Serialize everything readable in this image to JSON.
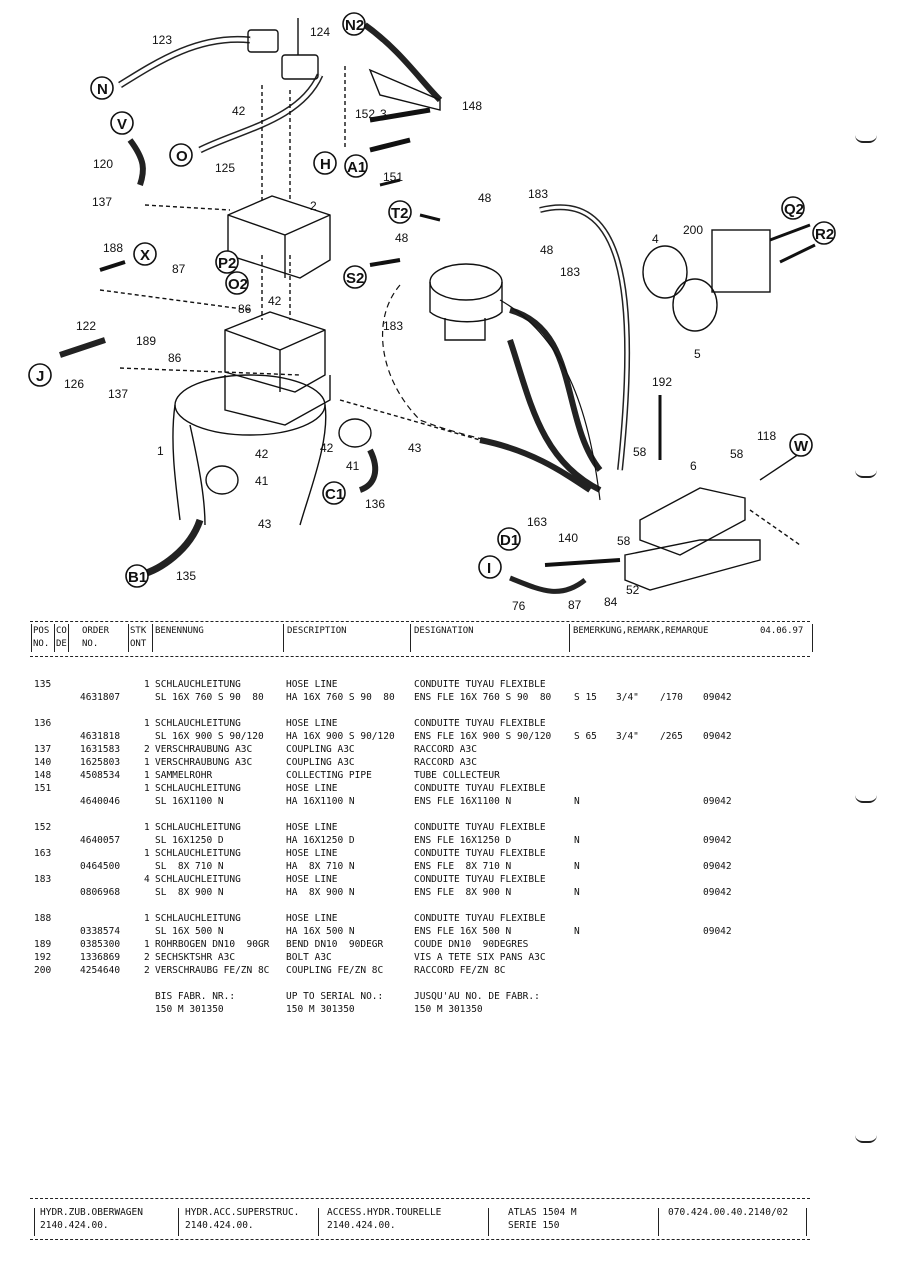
{
  "date": "04.06.97",
  "headers": {
    "pos": "POS",
    "pos2": "NO.",
    "co": "CO",
    "co2": "DE",
    "order": "ORDER",
    "order2": "NO.",
    "stk": "STK",
    "stk2": "ONT",
    "benennung": "BENENNUNG",
    "description": "DESCRIPTION",
    "designation": "DESIGNATION",
    "remark": "BEMERKUNG,REMARK,REMARQUE"
  },
  "rows": [
    {
      "pos": "135",
      "qty": "1",
      "de": "SCHLAUCHLEITUNG",
      "en": "HOSE LINE",
      "fr": "CONDUITE TUYAU FLEXIBLE"
    },
    {
      "order": "4631807",
      "de": "SL 16X 760 S 90  80",
      "en": "HA 16X 760 S 90  80",
      "fr": "ENS FLE 16X 760 S 90  80",
      "r1": "S 15",
      "r2": "3/4\"",
      "r3": "/170",
      "r4": "09042"
    },
    {
      "pos": "136",
      "qty": "1",
      "de": "SCHLAUCHLEITUNG",
      "en": "HOSE LINE",
      "fr": "CONDUITE TUYAU FLEXIBLE"
    },
    {
      "order": "4631818",
      "de": "SL 16X 900 S 90/120",
      "en": "HA 16X 900 S 90/120",
      "fr": "ENS FLE 16X 900 S 90/120",
      "r1": "S 65",
      "r2": "3/4\"",
      "r3": "/265",
      "r4": "09042"
    },
    {
      "pos": "137",
      "order": "1631583",
      "qty": "2",
      "de": "VERSCHRAUBUNG A3C",
      "en": "COUPLING A3C",
      "fr": "RACCORD A3C"
    },
    {
      "pos": "140",
      "order": "1625803",
      "qty": "1",
      "de": "VERSCHRAUBUNG A3C",
      "en": "COUPLING A3C",
      "fr": "RACCORD A3C"
    },
    {
      "pos": "148",
      "order": "4508534",
      "qty": "1",
      "de": "SAMMELROHR",
      "en": "COLLECTING PIPE",
      "fr": "TUBE COLLECTEUR"
    },
    {
      "pos": "151",
      "qty": "1",
      "de": "SCHLAUCHLEITUNG",
      "en": "HOSE LINE",
      "fr": "CONDUITE TUYAU FLEXIBLE"
    },
    {
      "order": "4640046",
      "de": "SL 16X1100 N",
      "en": "HA 16X1100 N",
      "fr": "ENS FLE 16X1100 N",
      "r1": "N",
      "r4": "09042"
    },
    {
      "pos": "152",
      "qty": "1",
      "de": "SCHLAUCHLEITUNG",
      "en": "HOSE LINE",
      "fr": "CONDUITE TUYAU FLEXIBLE"
    },
    {
      "order": "4640057",
      "de": "SL 16X1250 D",
      "en": "HA 16X1250 D",
      "fr": "ENS FLE 16X1250 D",
      "r1": "N",
      "r4": "09042"
    },
    {
      "pos": "163",
      "qty": "1",
      "de": "SCHLAUCHLEITUNG",
      "en": "HOSE LINE",
      "fr": "CONDUITE TUYAU FLEXIBLE"
    },
    {
      "order": "0464500",
      "de": "SL  8X 710 N",
      "en": "HA  8X 710 N",
      "fr": "ENS FLE  8X 710 N",
      "r1": "N",
      "r4": "09042"
    },
    {
      "pos": "183",
      "qty": "4",
      "de": "SCHLAUCHLEITUNG",
      "en": "HOSE LINE",
      "fr": "CONDUITE TUYAU FLEXIBLE"
    },
    {
      "order": "0806968",
      "de": "SL  8X 900 N",
      "en": "HA  8X 900 N",
      "fr": "ENS FLE  8X 900 N",
      "r1": "N",
      "r4": "09042"
    },
    {
      "pos": "188",
      "qty": "1",
      "de": "SCHLAUCHLEITUNG",
      "en": "HOSE LINE",
      "fr": "CONDUITE TUYAU FLEXIBLE"
    },
    {
      "order": "0338574",
      "de": "SL 16X 500 N",
      "en": "HA 16X 500 N",
      "fr": "ENS FLE 16X 500 N",
      "r1": "N",
      "r4": "09042"
    },
    {
      "pos": "189",
      "order": "0385300",
      "qty": "1",
      "de": "ROHRBOGEN DN10  90GR",
      "en": "BEND DN10  90DEGR",
      "fr": "COUDE DN10  90DEGRES"
    },
    {
      "pos": "192",
      "order": "1336869",
      "qty": "2",
      "de": "SECHSKTSHR A3C",
      "en": "BOLT A3C",
      "fr": "VIS A TETE SIX PANS A3C"
    },
    {
      "pos": "200",
      "order": "4254640",
      "qty": "2",
      "de": "VERSCHRAUBG FE/ZN 8C",
      "en": "COUPLING FE/ZN 8C",
      "fr": "RACCORD FE/ZN 8C"
    },
    {
      "de": "BIS FABR. NR.:",
      "en": "UP TO SERIAL NO.:",
      "fr": "JUSQU'AU NO. DE FABR.:"
    },
    {
      "de": "150 M 301350",
      "en": "150 M 301350",
      "fr": "150 M 301350"
    }
  ],
  "footer": {
    "c1a": "HYDR.ZUB.OBERWAGEN",
    "c1b": "2140.424.00.",
    "c2a": "HYDR.ACC.SUPERSTRUC.",
    "c2b": "2140.424.00.",
    "c3a": "ACCESS.HYDR.TOURELLE",
    "c3b": "2140.424.00.",
    "c4a": "ATLAS 1504 M",
    "c4b": "SERIE 150",
    "c5a": "070.424.00.40.2140/02"
  },
  "diagram": {
    "numbers": [
      "123",
      "124",
      "42",
      "125",
      "152",
      "3",
      "148",
      "120",
      "137",
      "151",
      "2",
      "183",
      "48",
      "200",
      "188",
      "87",
      "4",
      "48",
      "86",
      "42",
      "183",
      "48",
      "122",
      "189",
      "86",
      "183",
      "5",
      "126",
      "137",
      "192",
      "1",
      "118",
      "58",
      "42",
      "43",
      "42",
      "41",
      "6",
      "58",
      "43",
      "136",
      "41",
      "163",
      "140",
      "58",
      "135",
      "52",
      "76",
      "87",
      "84"
    ],
    "circles": [
      "N",
      "N2",
      "V",
      "O",
      "H",
      "A1",
      "T2",
      "Q2",
      "R2",
      "X",
      "P2",
      "O2",
      "S2",
      "J",
      "W",
      "C1",
      "D1",
      "I",
      "B1"
    ]
  }
}
